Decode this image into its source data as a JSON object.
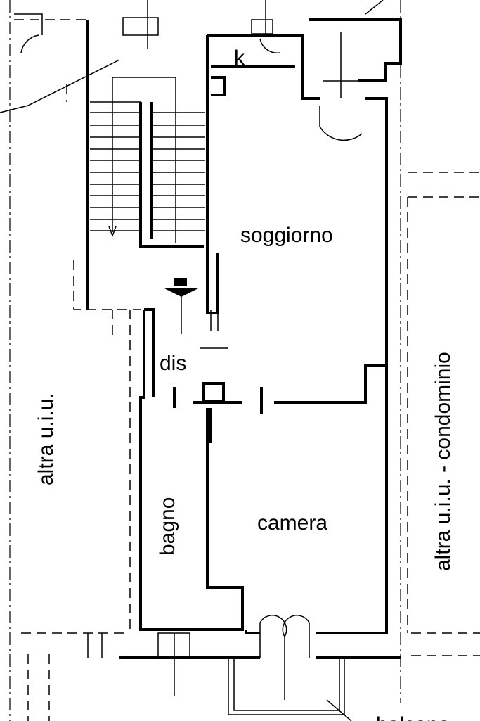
{
  "plan": {
    "rooms": {
      "soggiorno": "soggiorno",
      "dis": "dis",
      "bagno": "bagno",
      "camera": "camera",
      "k": "k",
      "balcone": "balcone"
    },
    "neighbors": {
      "left": "altra u.i.u.",
      "right": "altra u.i.u. - condominio"
    }
  }
}
